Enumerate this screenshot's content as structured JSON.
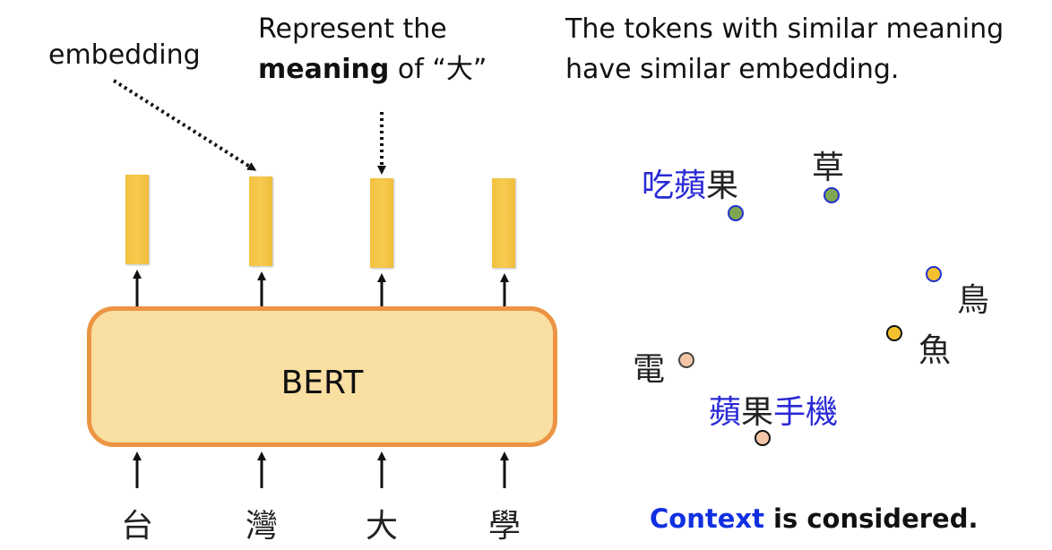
{
  "left_panel": {
    "embedding_label": "embedding",
    "represent_line1": "Represent the",
    "represent_bold": "meaning",
    "represent_rest": " of “大”",
    "model_label": "BERT",
    "input_tokens": [
      "台",
      "灣",
      "大",
      "學"
    ],
    "output_embeddings": 4
  },
  "right_panel": {
    "title_line1": "The tokens with similar meaning",
    "title_line2": "have similar embedding.",
    "points": [
      {
        "id": "eat-apple",
        "context_prefix": "吃蘋",
        "token": "果",
        "context_suffix": "",
        "dot_fill": "#7fa650",
        "dot_border": "#2233cc"
      },
      {
        "id": "grass",
        "token": "草",
        "dot_fill": "#7fa650",
        "dot_border": "#2233cc"
      },
      {
        "id": "bird",
        "token": "鳥",
        "dot_fill": "#f5c02e",
        "dot_border": "#2233cc"
      },
      {
        "id": "fish",
        "token": "魚",
        "dot_fill": "#f5c02e",
        "dot_border": "#111111"
      },
      {
        "id": "electric",
        "token": "電",
        "dot_fill": "#f2c6a6",
        "dot_border": "#444444"
      },
      {
        "id": "apple-phone",
        "context_prefix": "蘋",
        "token": "果",
        "context_suffix": "手機",
        "dot_fill": "#f2c6a6",
        "dot_border": "#111111"
      }
    ],
    "footer_highlight": "Context",
    "footer_rest": " is considered."
  },
  "colors": {
    "bert_fill": "#fadfa2",
    "bert_border": "#ec9443",
    "embedding_bar": "#f5c744",
    "context_blue": "#2a2ad6",
    "footer_blue": "#1030e0"
  }
}
